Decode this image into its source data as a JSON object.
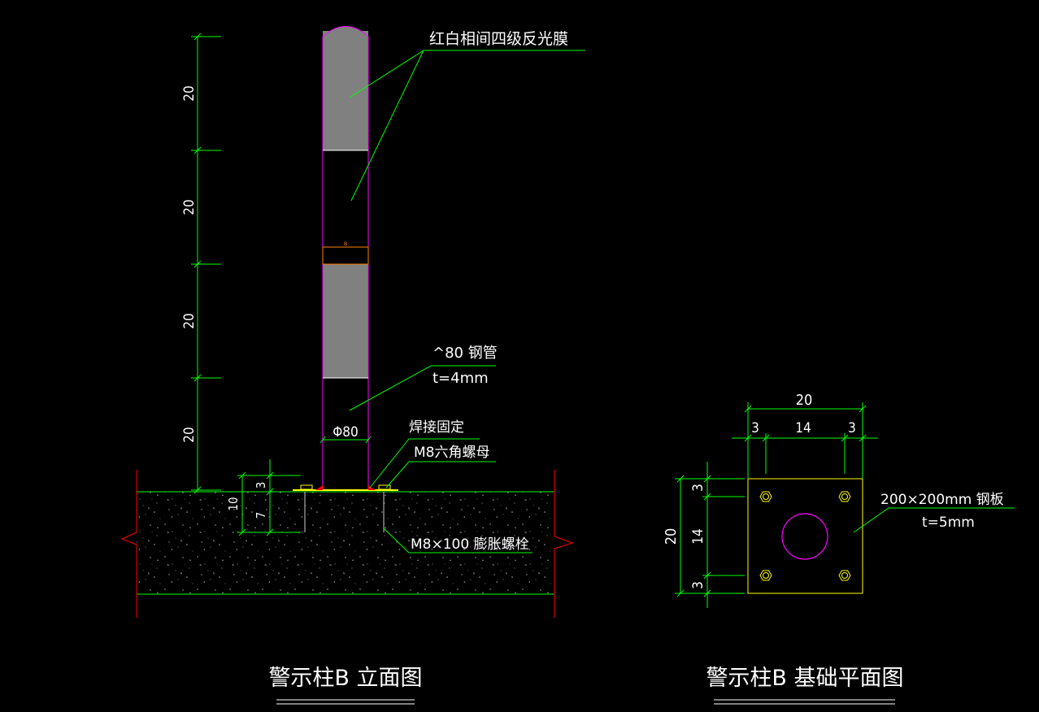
{
  "colors": {
    "background": "#000000",
    "dimension": "#00ff00",
    "pipe_outline": "#ff00ff",
    "film_gray": "#808080",
    "plate_yellow": "#ffff00",
    "bolt_yellow": "#ffff00",
    "red_marker": "#ff0000",
    "orange_band": "#ff8000",
    "concrete_line": "#00ff00",
    "break_line": "#ff0000",
    "text": "#ffffff"
  },
  "elevation": {
    "title": "警示柱B 立面图",
    "band_marker": "B",
    "label_film": "红白相间四级反光膜",
    "label_pipe_line1": "^80 钢管",
    "label_pipe_line2": "t=4mm",
    "label_weld": "焊接固定",
    "label_nut": "M8六角螺母",
    "label_bolt": "M8×100 膨胀螺栓",
    "dim_diameter": "Φ80",
    "dim_segments": [
      "20",
      "20",
      "20",
      "20"
    ],
    "dim_embed_total": "10",
    "dim_embed_top": "3",
    "dim_embed_bottom": "7"
  },
  "plan": {
    "title": "警示柱B 基础平面图",
    "label_plate_line1": "200×200mm 钢板",
    "label_plate_line2": "t=5mm",
    "dim_top_total": "20",
    "dim_top_parts": [
      "3",
      "14",
      "3"
    ],
    "dim_left_total": "20",
    "dim_left_parts": [
      "3",
      "14",
      "3"
    ]
  }
}
